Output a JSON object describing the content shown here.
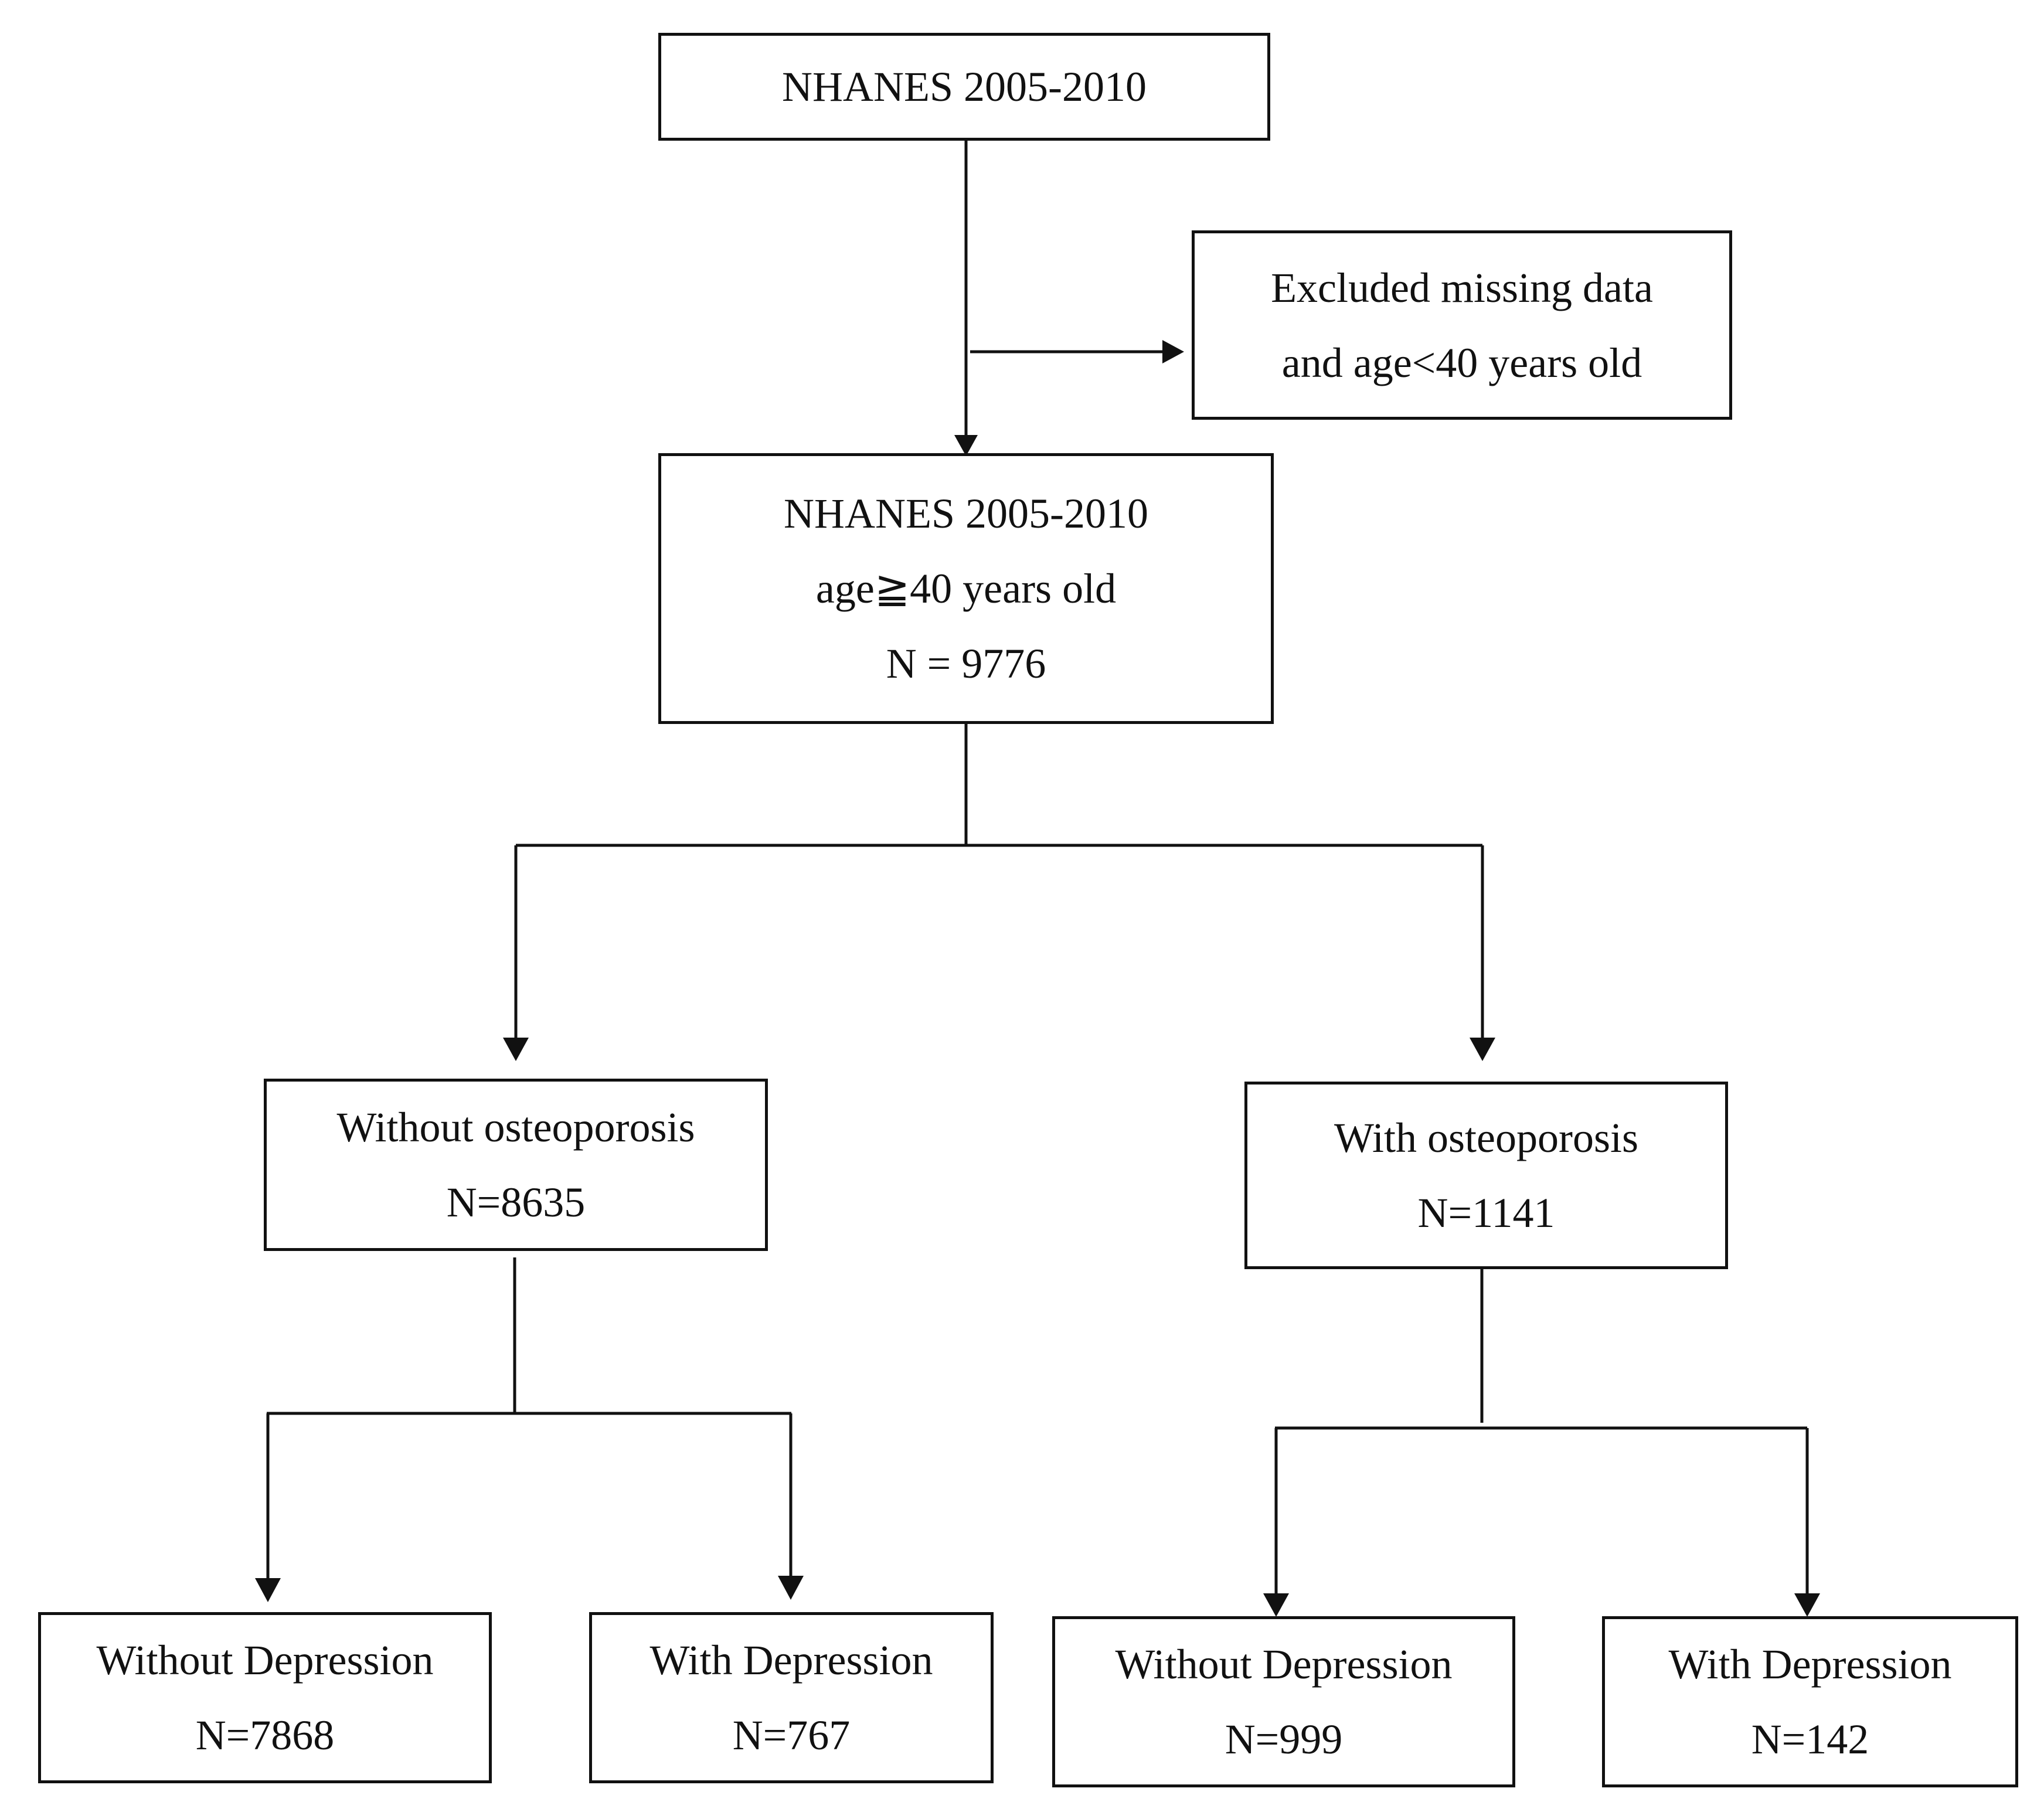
{
  "flowchart": {
    "source": {
      "lines": [
        "NHANES 2005-2010"
      ]
    },
    "excluded": {
      "lines": [
        "Excluded missing data",
        "and age<40 years old"
      ]
    },
    "eligible": {
      "lines": [
        "NHANES 2005-2010",
        "age≧40 years old",
        "N = 9776"
      ]
    },
    "without_osteoporosis": {
      "lines": [
        "Without osteoporosis",
        "N=8635"
      ]
    },
    "with_osteoporosis": {
      "lines": [
        "With osteoporosis",
        "N=1141"
      ]
    },
    "without_osteo_without_depression": {
      "lines": [
        "Without Depression",
        "N=7868"
      ]
    },
    "without_osteo_with_depression": {
      "lines": [
        "With Depression",
        "N=767"
      ]
    },
    "with_osteo_without_depression": {
      "lines": [
        "Without Depression",
        "N=999"
      ]
    },
    "with_osteo_with_depression": {
      "lines": [
        "With Depression",
        "N=142"
      ]
    }
  }
}
